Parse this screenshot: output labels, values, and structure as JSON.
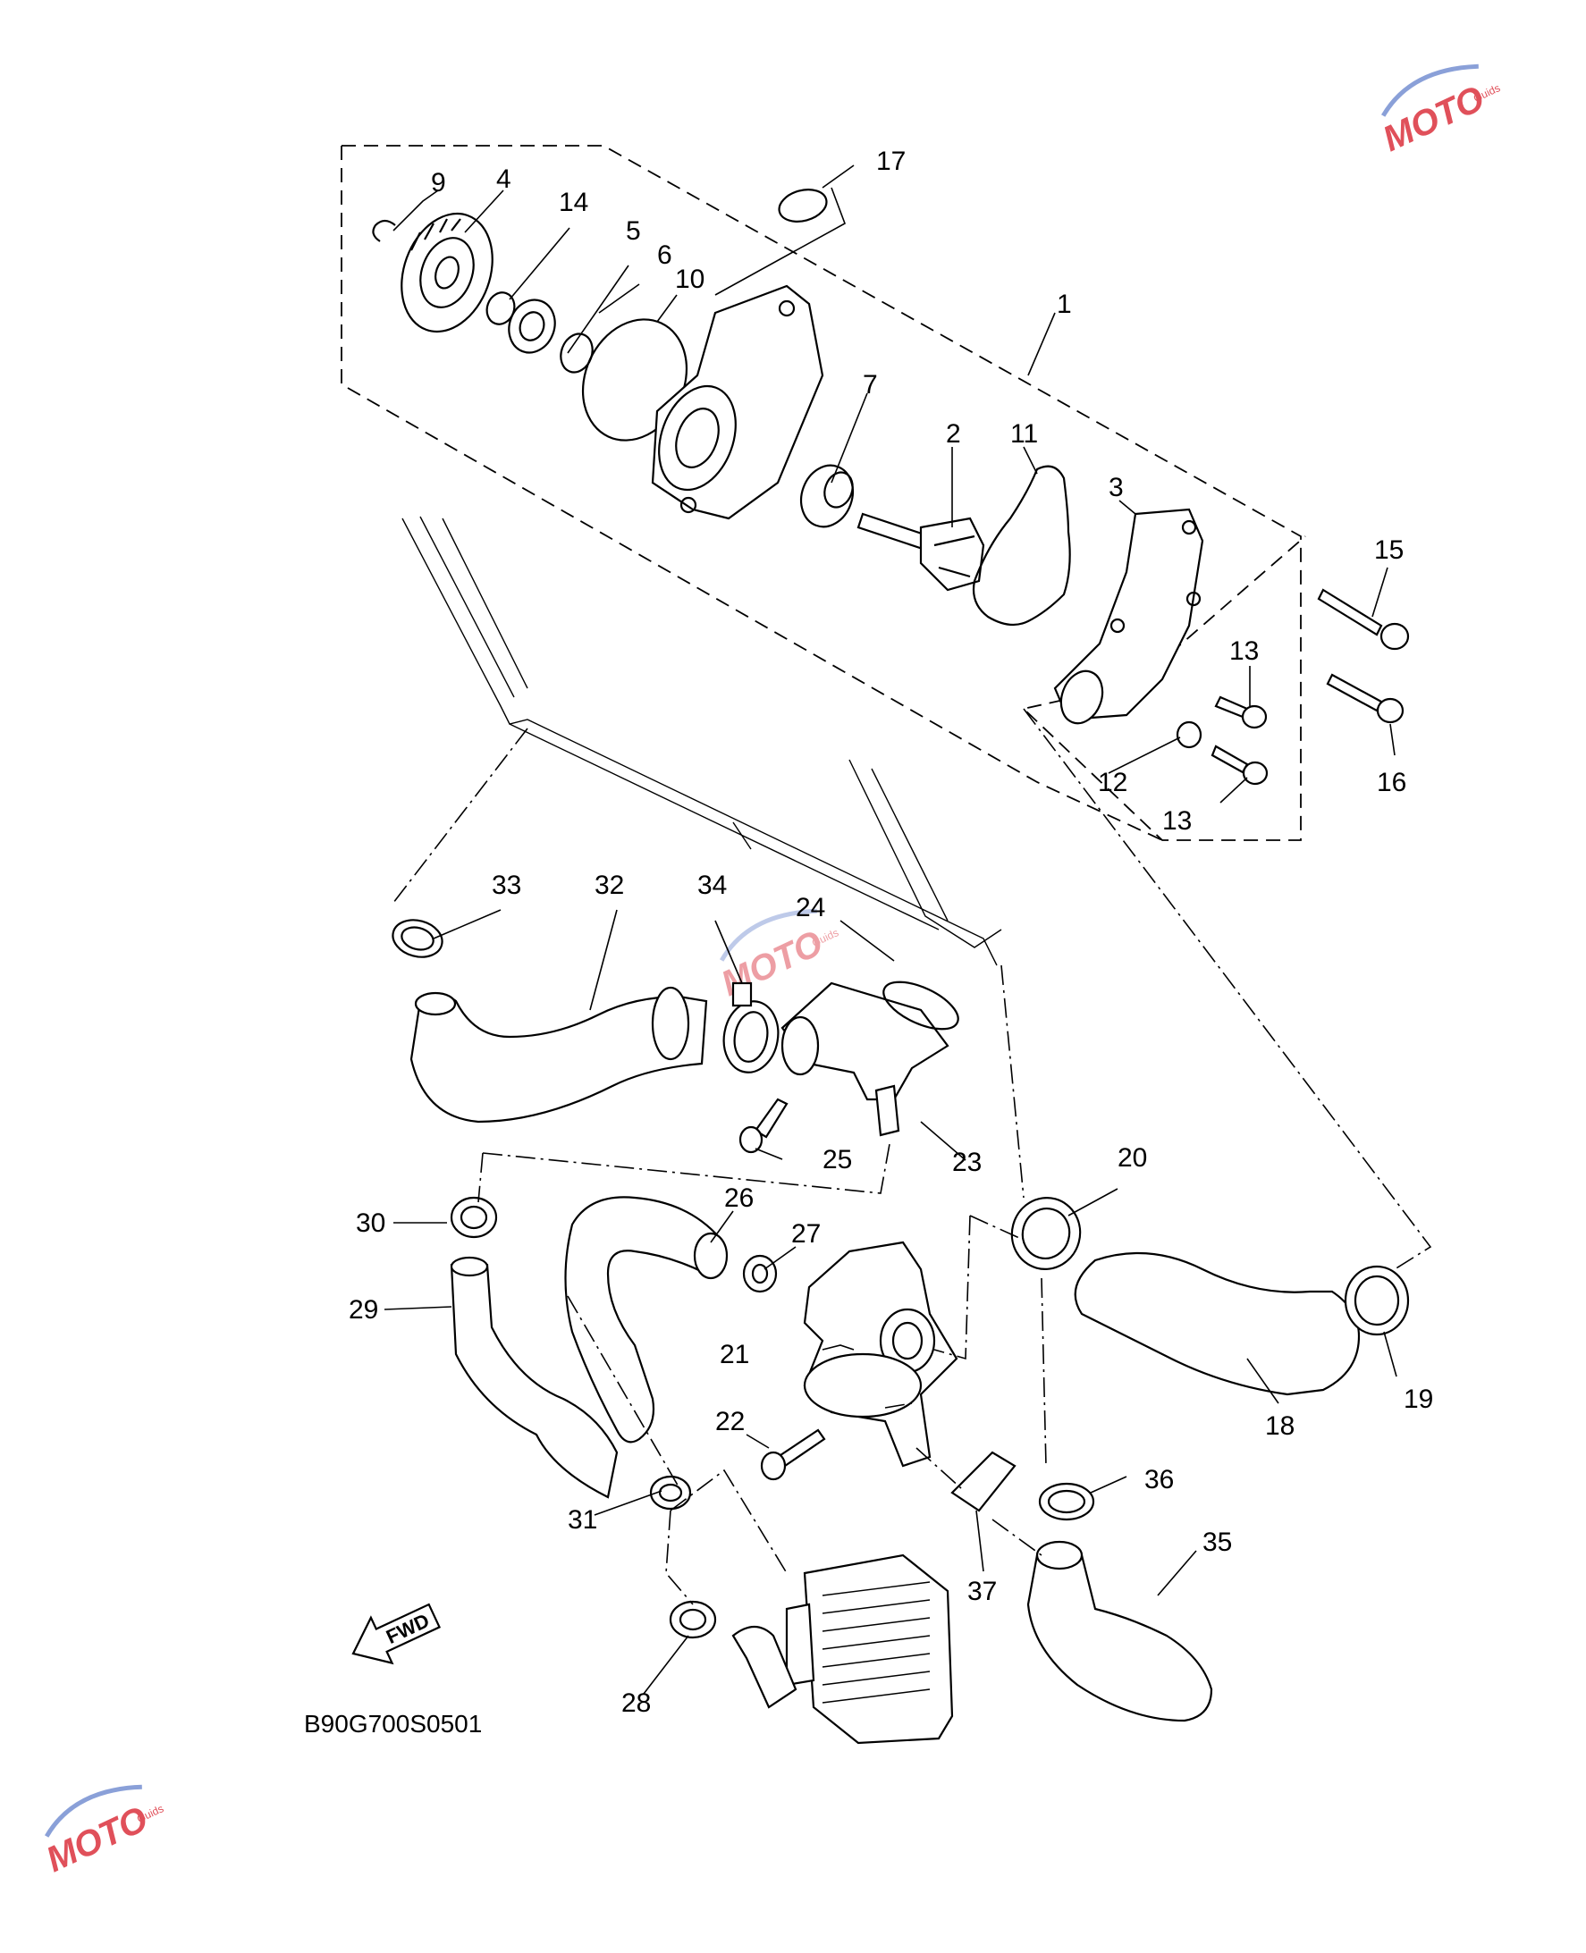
{
  "diagram": {
    "code": "B90G700S0501",
    "fwd_label": "FWD",
    "watermark": {
      "brand": "MOTO",
      "sub": "Guids"
    },
    "callouts": [
      "1",
      "2",
      "3",
      "4",
      "5",
      "6",
      "7",
      "9",
      "10",
      "11",
      "12",
      "13",
      "13",
      "14",
      "15",
      "16",
      "17",
      "18",
      "19",
      "20",
      "21",
      "22",
      "23",
      "24",
      "25",
      "26",
      "27",
      "28",
      "29",
      "30",
      "31",
      "32",
      "33",
      "34",
      "35",
      "36",
      "37"
    ]
  }
}
